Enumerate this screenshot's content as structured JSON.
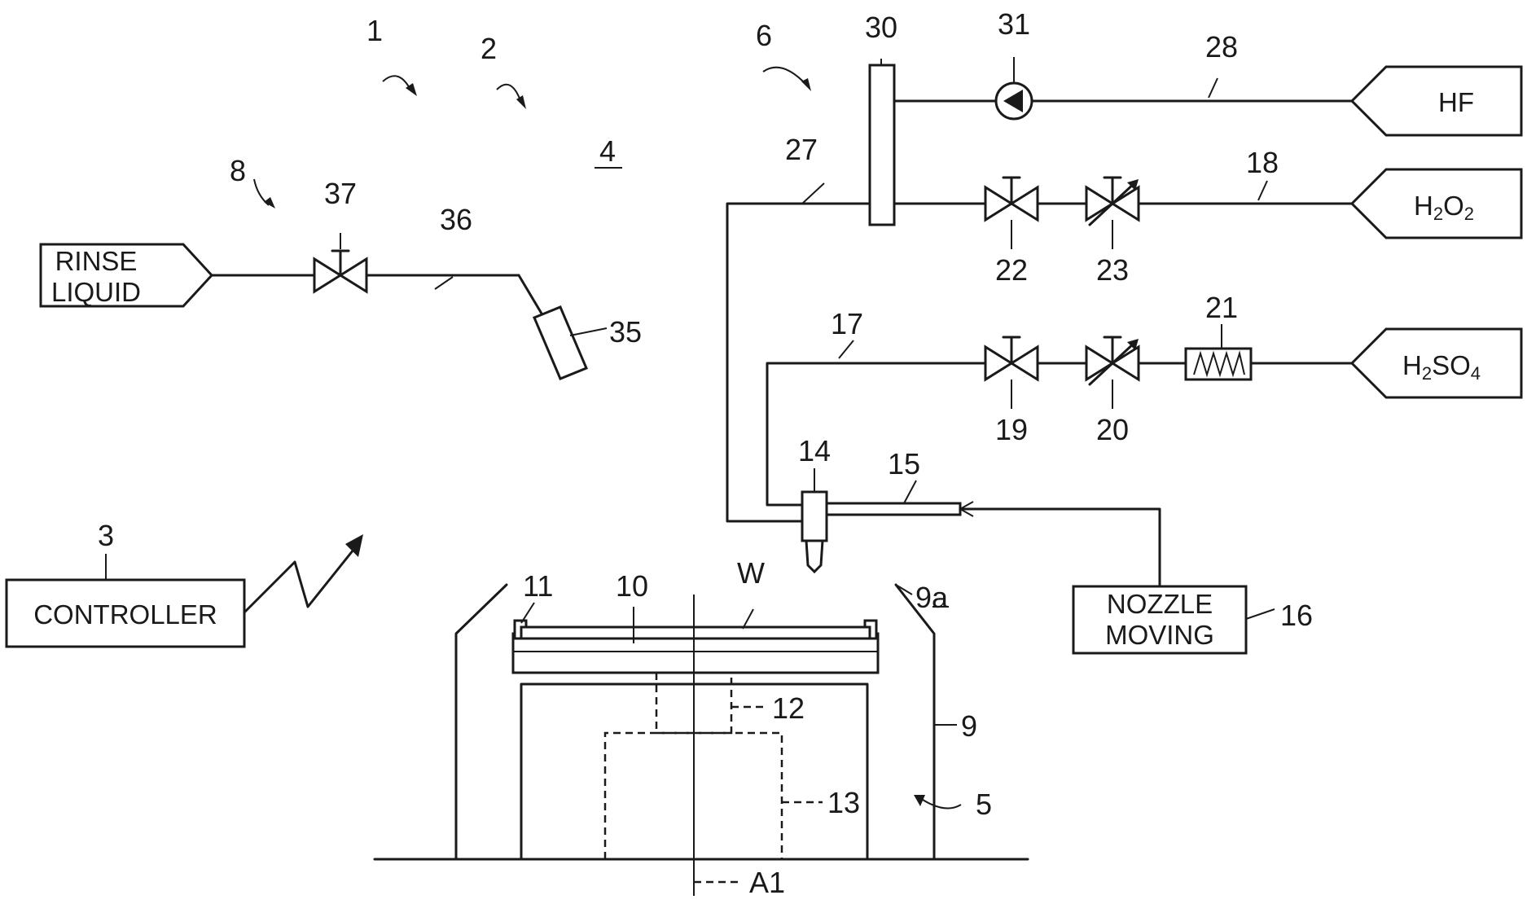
{
  "labels": {
    "rinse_line1": "RINSE",
    "rinse_line2": "LIQUID",
    "controller": "CONTROLLER",
    "nozzle_line1": "NOZZLE",
    "nozzle_line2": "MOVING",
    "hf": "HF",
    "h2o2_a": "H",
    "h2o2_2a": "2",
    "h2o2_b": "O",
    "h2o2_2b": "2",
    "h2so4_a": "H",
    "h2so4_2": "2",
    "h2so4_b": "SO",
    "h2so4_4": "4"
  },
  "refs": {
    "r1": "1",
    "r2": "2",
    "r3": "3",
    "r4": "4",
    "r5": "5",
    "r6": "6",
    "r8": "8",
    "r9": "9",
    "r9a": "9a",
    "r10": "10",
    "r11": "11",
    "r12": "12",
    "r13": "13",
    "r14": "14",
    "r15": "15",
    "r16": "16",
    "r17": "17",
    "r18": "18",
    "r19": "19",
    "r20": "20",
    "r21": "21",
    "r22": "22",
    "r23": "23",
    "r27": "27",
    "r28": "28",
    "r30": "30",
    "r31": "31",
    "r35": "35",
    "r36": "36",
    "r37": "37",
    "rW": "W",
    "rA1": "A1"
  },
  "colors": {
    "line": "#1a1a1a",
    "background": "#ffffff"
  }
}
